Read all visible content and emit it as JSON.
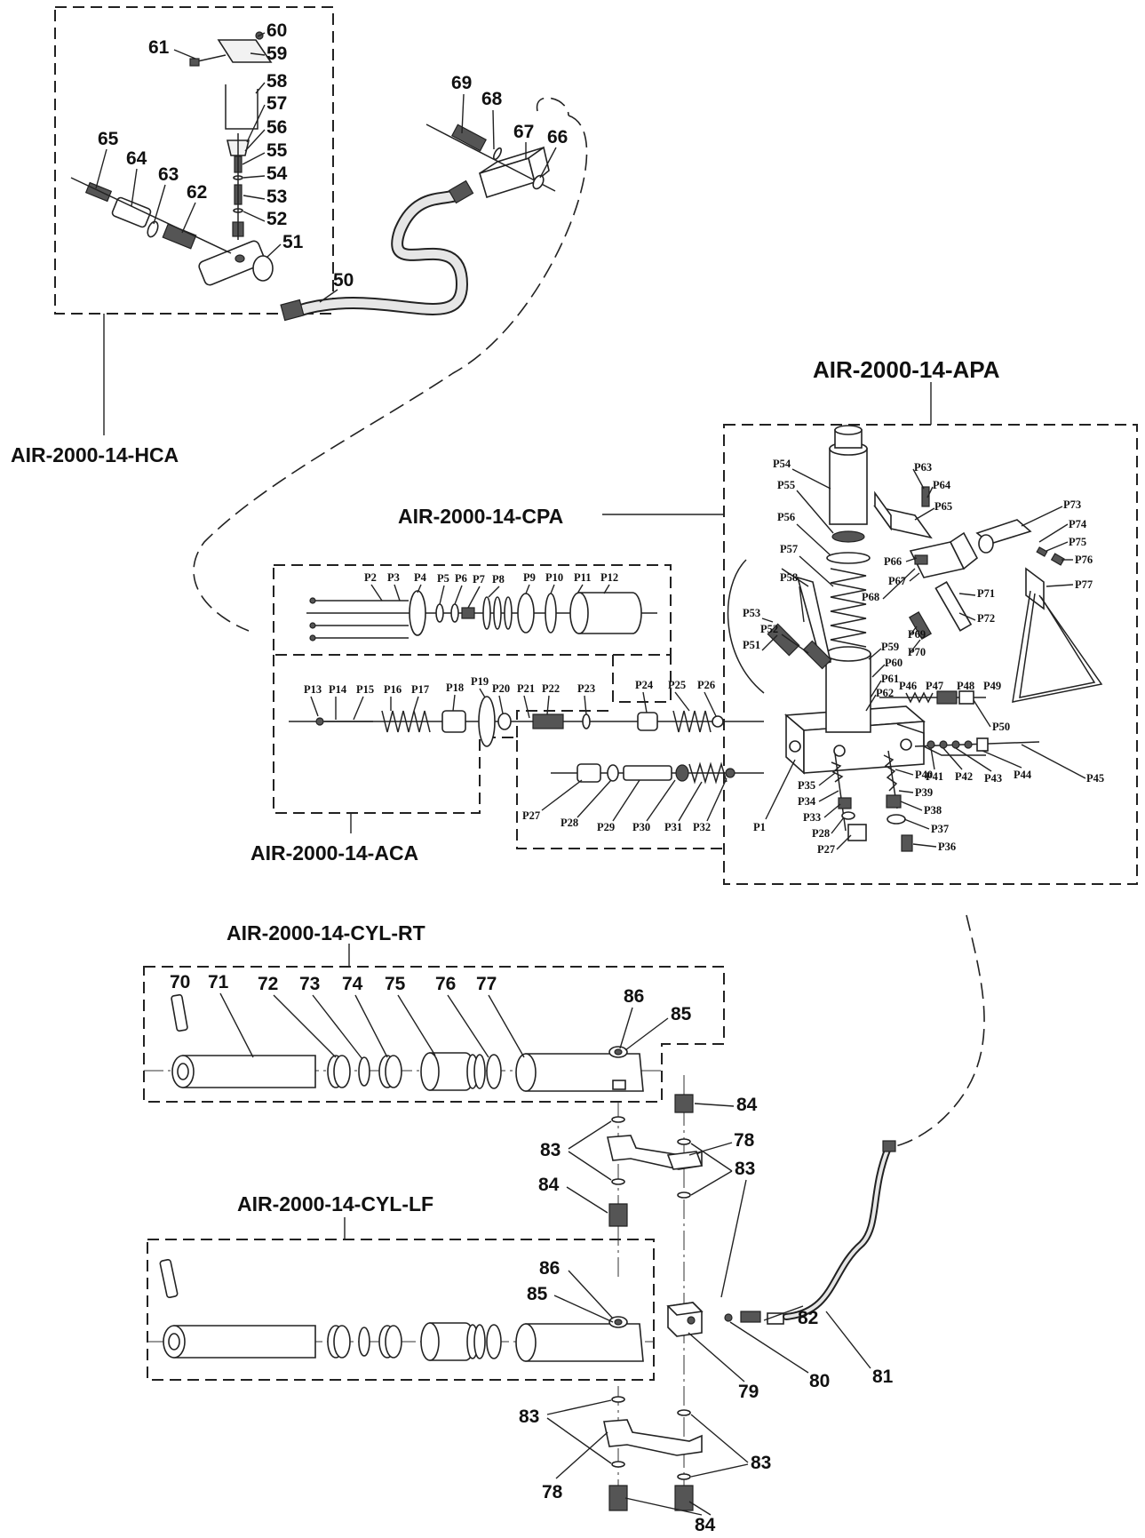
{
  "assemblies": {
    "hca": "AIR-2000-14-HCA",
    "apa": "AIR-2000-14-APA",
    "cpa": "AIR-2000-14-CPA",
    "aca": "AIR-2000-14-ACA",
    "cyl_rt": "AIR-2000-14-CYL-RT",
    "cyl_lf": "AIR-2000-14-CYL-LF"
  },
  "labels": {
    "n50": "50",
    "n51": "51",
    "n52": "52",
    "n53": "53",
    "n54": "54",
    "n55": "55",
    "n56": "56",
    "n57": "57",
    "n58": "58",
    "n59": "59",
    "n60": "60",
    "n61": "61",
    "n62": "62",
    "n63": "63",
    "n64": "64",
    "n65": "65",
    "n66": "66",
    "n67": "67",
    "n68": "68",
    "n69": "69",
    "n70": "70",
    "n71": "71",
    "n72": "72",
    "n73": "73",
    "n74": "74",
    "n75": "75",
    "n76": "76",
    "n77": "77",
    "n78": "78",
    "n79": "79",
    "n80": "80",
    "n81": "81",
    "n82": "82",
    "n83": "83",
    "n84": "84",
    "n85": "85",
    "n86": "86",
    "p1": "P1",
    "p2": "P2",
    "p3": "P3",
    "p4": "P4",
    "p5": "P5",
    "p6": "P6",
    "p7": "P7",
    "p8": "P8",
    "p9": "P9",
    "p10": "P10",
    "p11": "P11",
    "p12": "P12",
    "p13": "P13",
    "p14": "P14",
    "p15": "P15",
    "p16": "P16",
    "p17": "P17",
    "p18": "P18",
    "p19": "P19",
    "p20": "P20",
    "p21": "P21",
    "p22": "P22",
    "p23": "P23",
    "p24": "P24",
    "p25": "P25",
    "p26": "P26",
    "p27": "P27",
    "p28": "P28",
    "p29": "P29",
    "p30": "P30",
    "p31": "P31",
    "p32": "P32",
    "p33": "P33",
    "p34": "P34",
    "p35": "P35",
    "p36": "P36",
    "p37": "P37",
    "p38": "P38",
    "p39": "P39",
    "p40": "P40",
    "p41": "P41",
    "p42": "P42",
    "p43": "P43",
    "p44": "P44",
    "p45": "P45",
    "p46": "P46",
    "p47": "P47",
    "p48": "P48",
    "p49": "P49",
    "p50": "P50",
    "p51": "P51",
    "p52": "P52",
    "p53": "P53",
    "p54": "P54",
    "p55": "P55",
    "p56": "P56",
    "p57": "P57",
    "p58": "P58",
    "p59": "P59",
    "p60": "P60",
    "p61": "P61",
    "p62": "P62",
    "p63": "P63",
    "p64": "P64",
    "p65": "P65",
    "p66": "P66",
    "p67": "P67",
    "p68": "P68",
    "p69": "P69",
    "p70": "P70",
    "p71": "P71",
    "p72": "P72",
    "p73": "P73",
    "p74": "P74",
    "p75": "P75",
    "p76": "P76",
    "p77": "P77"
  }
}
